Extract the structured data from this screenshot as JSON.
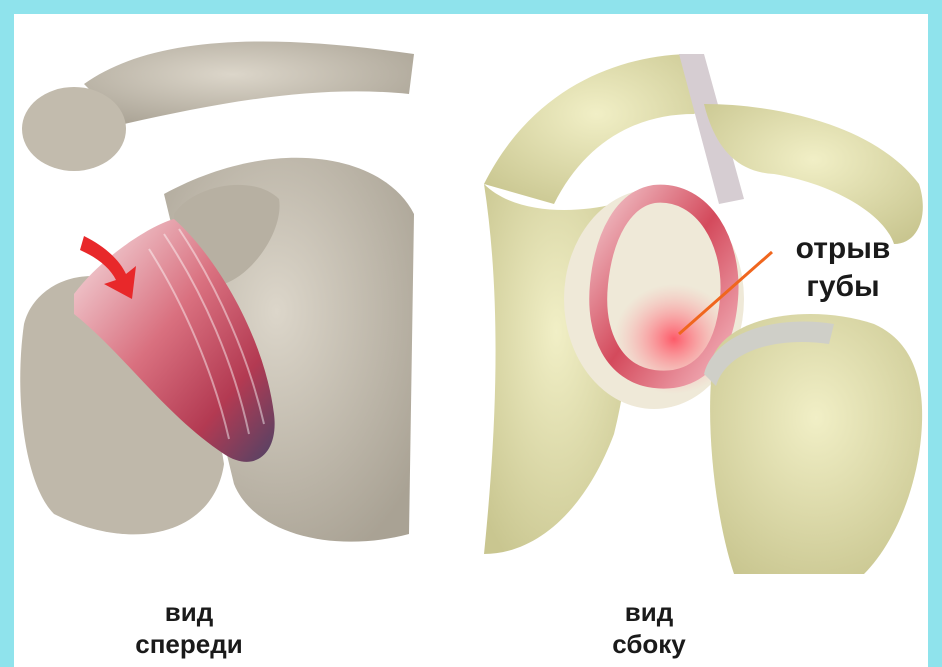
{
  "captions": {
    "left": {
      "line1": "вид",
      "line2": "спереди"
    },
    "right": {
      "line1": "вид",
      "line2": "сбоку"
    }
  },
  "annotation": {
    "line1": "отрыв",
    "line2": "губы"
  },
  "colors": {
    "frame": "#8fe3ec",
    "bone_left": "#cfc8bb",
    "bone_right": "#e6e4b4",
    "labrum_red": "#d9394a",
    "arrow": "#e8282a",
    "pointer_line": "#f0661e"
  }
}
